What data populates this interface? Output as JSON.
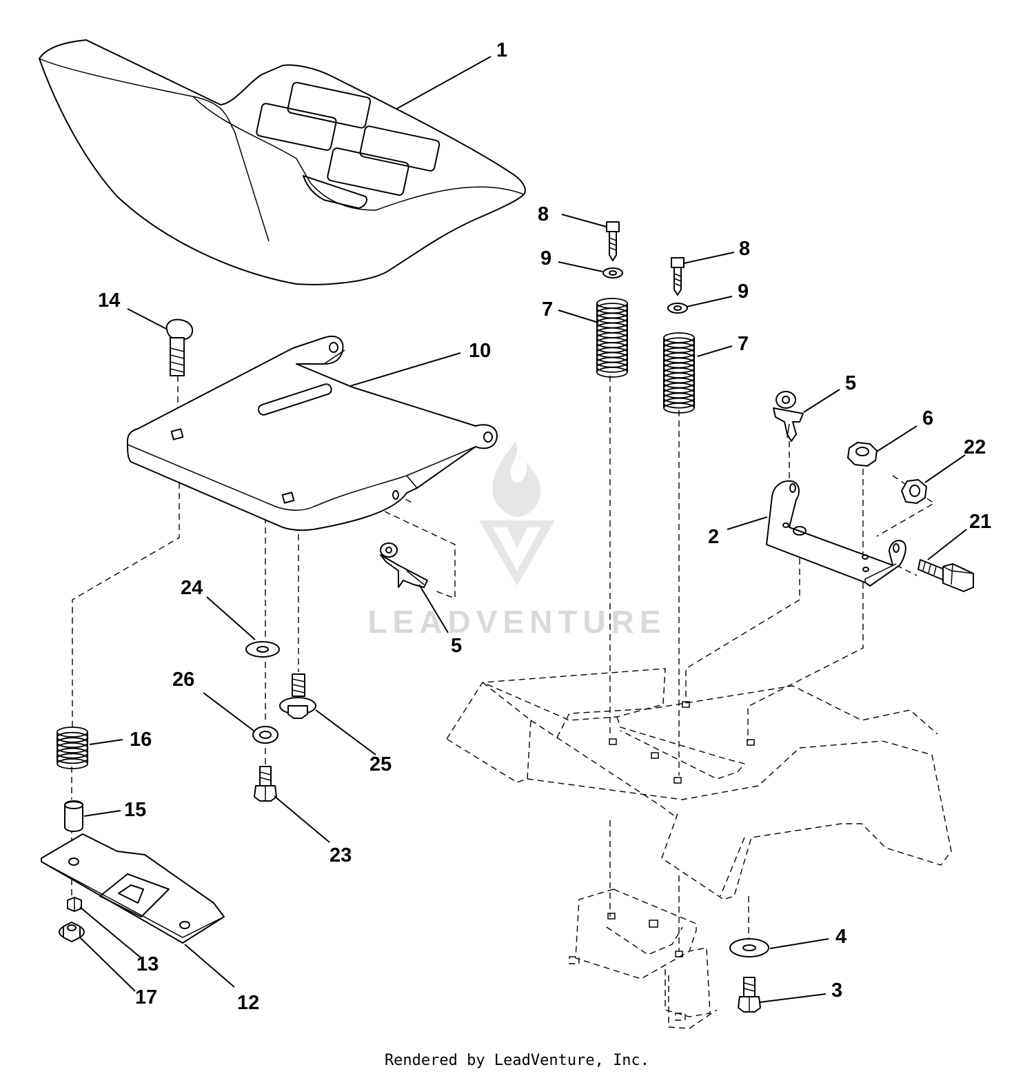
{
  "watermark": "LEADVENTURE",
  "footer": "Rendered by LeadVenture, Inc.",
  "callouts": [
    {
      "label": "1"
    },
    {
      "label": "14"
    },
    {
      "label": "10"
    },
    {
      "label": "8"
    },
    {
      "label": "9"
    },
    {
      "label": "7"
    },
    {
      "label": "8"
    },
    {
      "label": "9"
    },
    {
      "label": "7"
    },
    {
      "label": "5"
    },
    {
      "label": "6"
    },
    {
      "label": "22"
    },
    {
      "label": "2"
    },
    {
      "label": "21"
    },
    {
      "label": "5"
    },
    {
      "label": "24"
    },
    {
      "label": "26"
    },
    {
      "label": "25"
    },
    {
      "label": "16"
    },
    {
      "label": "15"
    },
    {
      "label": "23"
    },
    {
      "label": "13"
    },
    {
      "label": "17"
    },
    {
      "label": "12"
    },
    {
      "label": "4"
    },
    {
      "label": "3"
    }
  ],
  "colors": {
    "line": "#000000",
    "watermark": "#d9d9d9",
    "background": "#ffffff"
  }
}
